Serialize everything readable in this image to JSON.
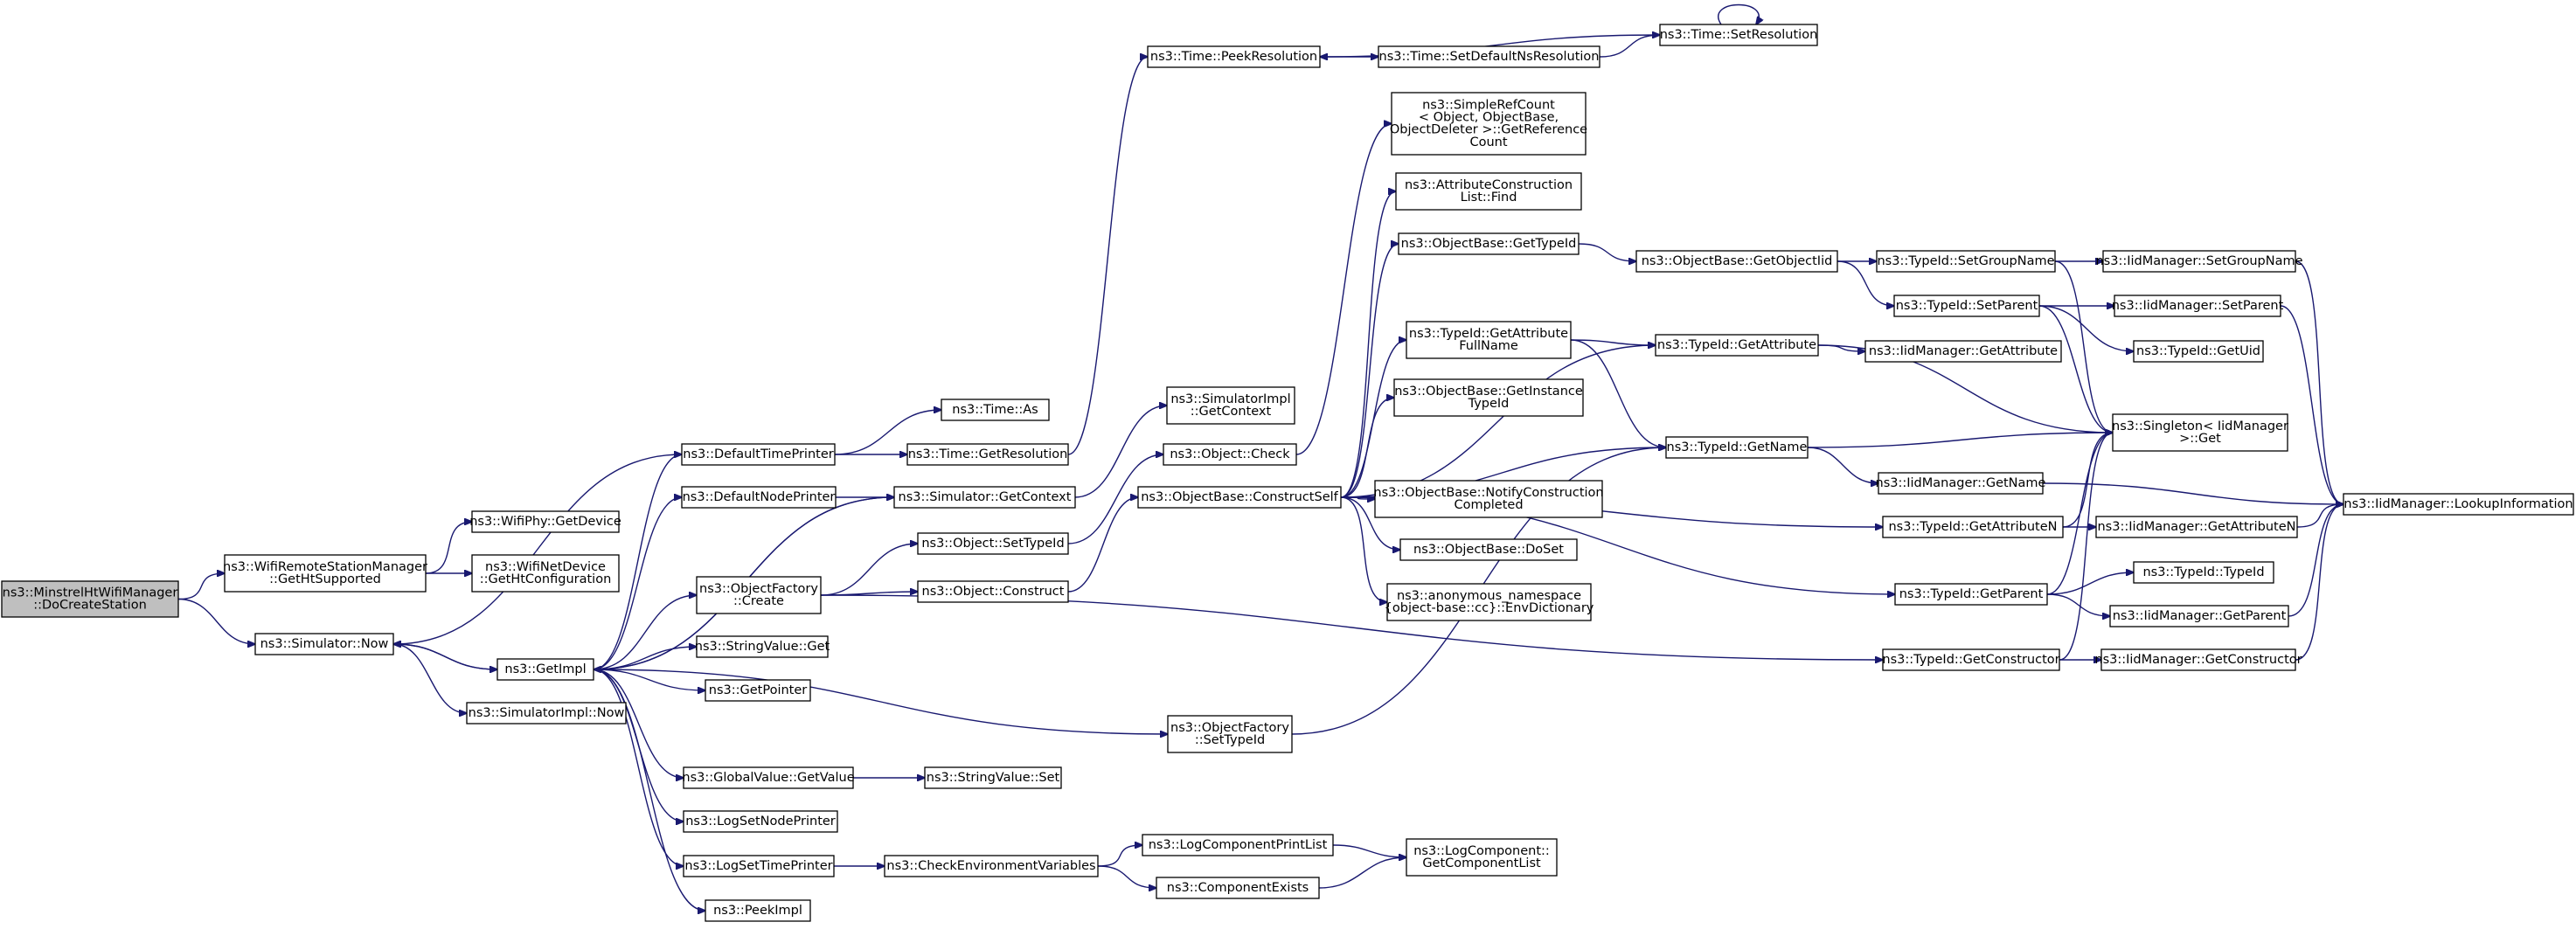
{
  "graph": {
    "colors": {
      "edge": "#191970",
      "node_fill": "#ffffff",
      "root_fill": "#bfbfbf",
      "border": "#000000"
    },
    "nodes": [
      {
        "id": "root",
        "lines": [
          "ns3::MinstrelHtWifiManager",
          "::DoCreateStation"
        ]
      },
      {
        "id": "gethtsupported",
        "lines": [
          "ns3::WifiRemoteStationManager",
          "::GetHtSupported"
        ]
      },
      {
        "id": "sim_now",
        "lines": [
          "ns3::Simulator::Now"
        ]
      },
      {
        "id": "wifiphy_getdevice",
        "lines": [
          "ns3::WifiPhy::GetDevice"
        ]
      },
      {
        "id": "wifinetdevice_ghc",
        "lines": [
          "ns3::WifiNetDevice",
          "::GetHtConfiguration"
        ]
      },
      {
        "id": "getimpl",
        "lines": [
          "ns3::GetImpl"
        ]
      },
      {
        "id": "simimpl_now",
        "lines": [
          "ns3::SimulatorImpl::Now"
        ]
      },
      {
        "id": "defaulttimeprinter",
        "lines": [
          "ns3::DefaultTimePrinter"
        ]
      },
      {
        "id": "defaultnodeprinter",
        "lines": [
          "ns3::DefaultNodePrinter"
        ]
      },
      {
        "id": "objfactory_create",
        "lines": [
          "ns3::ObjectFactory",
          "::Create"
        ]
      },
      {
        "id": "stringvalue_get",
        "lines": [
          "ns3::StringValue::Get"
        ]
      },
      {
        "id": "getpointer",
        "lines": [
          "ns3::GetPointer"
        ]
      },
      {
        "id": "globalvalue_getvalue",
        "lines": [
          "ns3::GlobalValue::GetValue"
        ]
      },
      {
        "id": "logsetnodeprinter",
        "lines": [
          "ns3::LogSetNodePrinter"
        ]
      },
      {
        "id": "logsettimeprinter",
        "lines": [
          "ns3::LogSetTimePrinter"
        ]
      },
      {
        "id": "peekimpl",
        "lines": [
          "ns3::PeekImpl"
        ]
      },
      {
        "id": "time_as",
        "lines": [
          "ns3::Time::As"
        ]
      },
      {
        "id": "time_getresolution",
        "lines": [
          "ns3::Time::GetResolution"
        ]
      },
      {
        "id": "sim_getcontext",
        "lines": [
          "ns3::Simulator::GetContext"
        ]
      },
      {
        "id": "object_settypeid",
        "lines": [
          "ns3::Object::SetTypeId"
        ]
      },
      {
        "id": "object_construct",
        "lines": [
          "ns3::Object::Construct"
        ]
      },
      {
        "id": "objfactory_settypeid",
        "lines": [
          "ns3::ObjectFactory",
          "::SetTypeId"
        ]
      },
      {
        "id": "stringvalue_set",
        "lines": [
          "ns3::StringValue::Set"
        ]
      },
      {
        "id": "checkenvvars",
        "lines": [
          "ns3::CheckEnvironmentVariables"
        ]
      },
      {
        "id": "simimpl_getcontext",
        "lines": [
          "ns3::SimulatorImpl",
          "::GetContext"
        ]
      },
      {
        "id": "object_check",
        "lines": [
          "ns3::Object::Check"
        ]
      },
      {
        "id": "time_peekresolution",
        "lines": [
          "ns3::Time::PeekResolution"
        ]
      },
      {
        "id": "objbase_constructself",
        "lines": [
          "ns3::ObjectBase::ConstructSelf"
        ]
      },
      {
        "id": "logcomponentprintlist",
        "lines": [
          "ns3::LogComponentPrintList"
        ]
      },
      {
        "id": "componentexists",
        "lines": [
          "ns3::ComponentExists"
        ]
      },
      {
        "id": "time_setdefaultnsres",
        "lines": [
          "ns3::Time::SetDefaultNsResolution"
        ]
      },
      {
        "id": "simplerefcount",
        "lines": [
          "ns3::SimpleRefCount",
          "< Object, ObjectBase,",
          "ObjectDeleter >::GetReference",
          "Count"
        ]
      },
      {
        "id": "attrconstlist_find",
        "lines": [
          "ns3::AttributeConstruction",
          "List::Find"
        ]
      },
      {
        "id": "objbase_gettypeid",
        "lines": [
          "ns3::ObjectBase::GetTypeId"
        ]
      },
      {
        "id": "typeid_getattrfullname",
        "lines": [
          "ns3::TypeId::GetAttribute",
          "FullName"
        ]
      },
      {
        "id": "objbase_getinstancetypeid",
        "lines": [
          "ns3::ObjectBase::GetInstance",
          "TypeId"
        ]
      },
      {
        "id": "objbase_notifyconstcompleted",
        "lines": [
          "ns3::ObjectBase::NotifyConstruction",
          "Completed"
        ]
      },
      {
        "id": "objbase_doset",
        "lines": [
          "ns3::ObjectBase::DoSet"
        ]
      },
      {
        "id": "anon_envdictionary",
        "lines": [
          "ns3::anonymous_namespace",
          "{object-base::cc}::EnvDictionary"
        ]
      },
      {
        "id": "logcomponent_getcomplist",
        "lines": [
          "ns3::LogComponent::",
          "GetComponentList"
        ]
      },
      {
        "id": "time_setresolution",
        "lines": [
          "ns3::Time::SetResolution"
        ]
      },
      {
        "id": "objbase_getobjectiid",
        "lines": [
          "ns3::ObjectBase::GetObjectIid"
        ]
      },
      {
        "id": "typeid_getattribute",
        "lines": [
          "ns3::TypeId::GetAttribute"
        ]
      },
      {
        "id": "typeid_getname",
        "lines": [
          "ns3::TypeId::GetName"
        ]
      },
      {
        "id": "typeid_getattributen",
        "lines": [
          "ns3::TypeId::GetAttributeN"
        ]
      },
      {
        "id": "typeid_getparent",
        "lines": [
          "ns3::TypeId::GetParent"
        ]
      },
      {
        "id": "typeid_getconstructor",
        "lines": [
          "ns3::TypeId::GetConstructor"
        ]
      },
      {
        "id": "typeid_setgroupname",
        "lines": [
          "ns3::TypeId::SetGroupName"
        ]
      },
      {
        "id": "typeid_setparent",
        "lines": [
          "ns3::TypeId::SetParent"
        ]
      },
      {
        "id": "iidmgr_getattribute",
        "lines": [
          "ns3::IidManager::GetAttribute"
        ]
      },
      {
        "id": "iidmgr_getname",
        "lines": [
          "ns3::IidManager::GetName"
        ]
      },
      {
        "id": "iidmgr_getattributen",
        "lines": [
          "ns3::IidManager::GetAttributeN"
        ]
      },
      {
        "id": "typeid_typeid",
        "lines": [
          "ns3::TypeId::TypeId"
        ]
      },
      {
        "id": "iidmgr_getparent",
        "lines": [
          "ns3::IidManager::GetParent"
        ]
      },
      {
        "id": "iidmgr_getconstructor",
        "lines": [
          "ns3::IidManager::GetConstructor"
        ]
      },
      {
        "id": "iidmgr_setgroupname",
        "lines": [
          "ns3::IidManager::SetGroupName"
        ]
      },
      {
        "id": "iidmgr_setparent",
        "lines": [
          "ns3::IidManager::SetParent"
        ]
      },
      {
        "id": "typeid_getuid",
        "lines": [
          "ns3::TypeId::GetUid"
        ]
      },
      {
        "id": "singleton_get",
        "lines": [
          "ns3::Singleton< IidManager",
          ">::Get"
        ]
      },
      {
        "id": "iidmgr_lookupinfo",
        "lines": [
          "ns3::IidManager::LookupInformation"
        ]
      }
    ],
    "edges": [
      [
        "root",
        "gethtsupported"
      ],
      [
        "root",
        "sim_now"
      ],
      [
        "gethtsupported",
        "wifiphy_getdevice"
      ],
      [
        "gethtsupported",
        "wifinetdevice_ghc"
      ],
      [
        "sim_now",
        "getimpl"
      ],
      [
        "sim_now",
        "simimpl_now"
      ],
      [
        "getimpl",
        "defaulttimeprinter"
      ],
      [
        "getimpl",
        "defaultnodeprinter"
      ],
      [
        "getimpl",
        "sim_getcontext"
      ],
      [
        "getimpl",
        "objfactory_create"
      ],
      [
        "getimpl",
        "stringvalue_get"
      ],
      [
        "getimpl",
        "getpointer"
      ],
      [
        "getimpl",
        "objfactory_settypeid"
      ],
      [
        "getimpl",
        "globalvalue_getvalue"
      ],
      [
        "getimpl",
        "logsetnodeprinter"
      ],
      [
        "getimpl",
        "logsettimeprinter"
      ],
      [
        "getimpl",
        "peekimpl"
      ],
      [
        "getimpl",
        "sim_now"
      ],
      [
        "defaulttimeprinter",
        "sim_now"
      ],
      [
        "defaulttimeprinter",
        "time_as"
      ],
      [
        "defaulttimeprinter",
        "time_getresolution"
      ],
      [
        "defaultnodeprinter",
        "sim_getcontext"
      ],
      [
        "sim_getcontext",
        "getimpl"
      ],
      [
        "sim_getcontext",
        "simimpl_getcontext"
      ],
      [
        "time_getresolution",
        "time_peekresolution"
      ],
      [
        "time_peekresolution",
        "time_setdefaultnsres"
      ],
      [
        "time_setdefaultnsres",
        "time_setresolution"
      ],
      [
        "time_setresolution",
        "time_setresolution"
      ],
      [
        "time_setresolution",
        "time_peekresolution"
      ],
      [
        "objfactory_create",
        "object_settypeid"
      ],
      [
        "objfactory_create",
        "object_construct"
      ],
      [
        "objfactory_create",
        "typeid_getconstructor"
      ],
      [
        "object_settypeid",
        "object_check"
      ],
      [
        "object_construct",
        "objbase_constructself"
      ],
      [
        "object_check",
        "simplerefcount"
      ],
      [
        "objfactory_settypeid",
        "typeid_getname"
      ],
      [
        "globalvalue_getvalue",
        "stringvalue_set"
      ],
      [
        "logsettimeprinter",
        "checkenvvars"
      ],
      [
        "checkenvvars",
        "logcomponentprintlist"
      ],
      [
        "checkenvvars",
        "componentexists"
      ],
      [
        "logcomponentprintlist",
        "logcomponent_getcomplist"
      ],
      [
        "componentexists",
        "logcomponent_getcomplist"
      ],
      [
        "objbase_constructself",
        "attrconstlist_find"
      ],
      [
        "objbase_constructself",
        "objbase_gettypeid"
      ],
      [
        "objbase_constructself",
        "typeid_getattribute"
      ],
      [
        "objbase_constructself",
        "typeid_getattrfullname"
      ],
      [
        "objbase_constructself",
        "objbase_getinstancetypeid"
      ],
      [
        "objbase_constructself",
        "typeid_getname"
      ],
      [
        "objbase_constructself",
        "objbase_notifyconstcompleted"
      ],
      [
        "objbase_constructself",
        "objbase_doset"
      ],
      [
        "objbase_constructself",
        "anon_envdictionary"
      ],
      [
        "objbase_constructself",
        "typeid_getattributen"
      ],
      [
        "objbase_constructself",
        "typeid_getparent"
      ],
      [
        "objbase_gettypeid",
        "objbase_getobjectiid"
      ],
      [
        "objbase_getobjectiid",
        "typeid_setgroupname"
      ],
      [
        "objbase_getobjectiid",
        "typeid_setparent"
      ],
      [
        "typeid_getattrfullname",
        "typeid_getattribute"
      ],
      [
        "typeid_getattrfullname",
        "typeid_getname"
      ],
      [
        "typeid_getattribute",
        "iidmgr_getattribute"
      ],
      [
        "typeid_getattribute",
        "singleton_get"
      ],
      [
        "typeid_getname",
        "singleton_get"
      ],
      [
        "typeid_getname",
        "iidmgr_getname"
      ],
      [
        "typeid_getattributen",
        "singleton_get"
      ],
      [
        "typeid_getattributen",
        "iidmgr_getattributen"
      ],
      [
        "typeid_getparent",
        "singleton_get"
      ],
      [
        "typeid_getparent",
        "typeid_typeid"
      ],
      [
        "typeid_getparent",
        "iidmgr_getparent"
      ],
      [
        "typeid_getconstructor",
        "singleton_get"
      ],
      [
        "typeid_getconstructor",
        "iidmgr_getconstructor"
      ],
      [
        "typeid_setgroupname",
        "iidmgr_setgroupname"
      ],
      [
        "typeid_setgroupname",
        "singleton_get"
      ],
      [
        "typeid_setparent",
        "iidmgr_setparent"
      ],
      [
        "typeid_setparent",
        "typeid_getuid"
      ],
      [
        "typeid_setparent",
        "singleton_get"
      ],
      [
        "iidmgr_getname",
        "iidmgr_lookupinfo"
      ],
      [
        "iidmgr_getattributen",
        "iidmgr_lookupinfo"
      ],
      [
        "iidmgr_getparent",
        "iidmgr_lookupinfo"
      ],
      [
        "iidmgr_getconstructor",
        "iidmgr_lookupinfo"
      ],
      [
        "iidmgr_setgroupname",
        "iidmgr_lookupinfo"
      ],
      [
        "iidmgr_setparent",
        "iidmgr_lookupinfo"
      ]
    ]
  }
}
